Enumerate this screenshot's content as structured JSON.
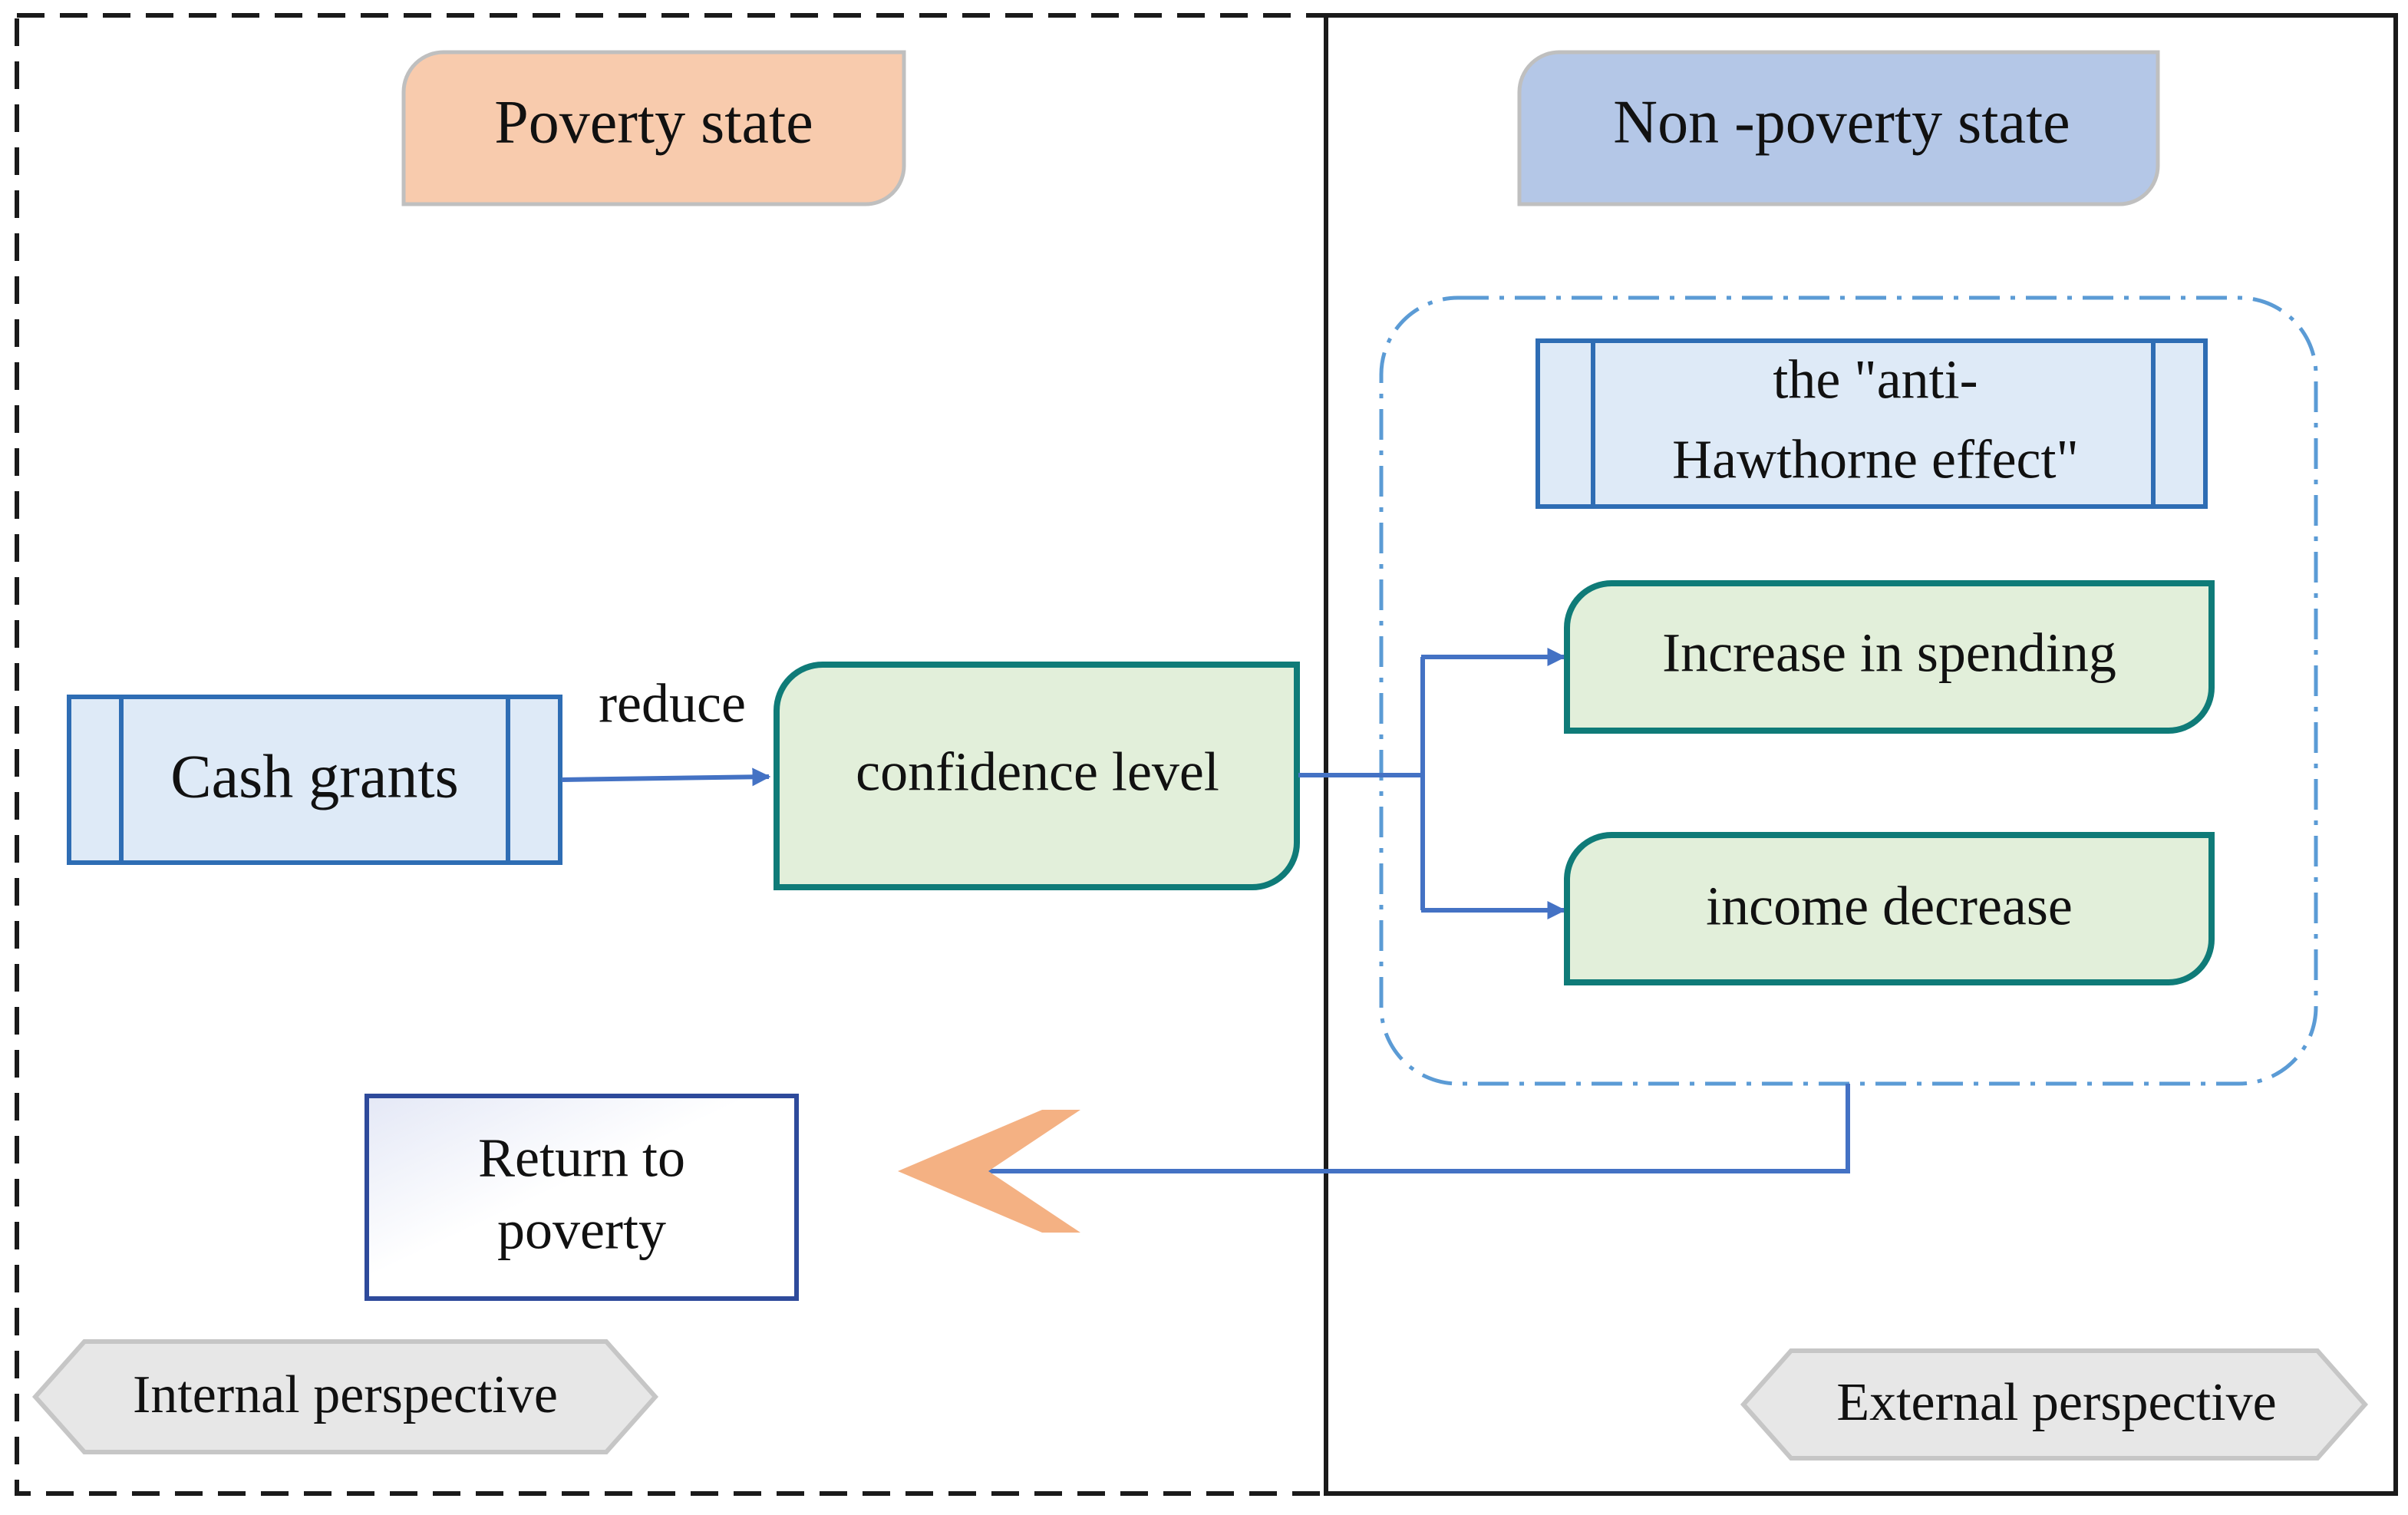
{
  "panels": {
    "left_header": "Poverty state",
    "right_header": "Non -poverty state",
    "left_footer": "Internal perspective",
    "right_footer": "External perspective"
  },
  "nodes": {
    "cash_grants": "Cash grants",
    "confidence_level": "confidence level",
    "anti_hawthorne_line1": "the \"anti-",
    "anti_hawthorne_line2": "Hawthorne effect\"",
    "increase_spending": "Increase in spending",
    "income_decrease": "income decrease",
    "return_line1": "Return to",
    "return_line2": "poverty"
  },
  "edges": {
    "reduce_label": "reduce"
  },
  "colors": {
    "poverty_header_fill": "#F8CBAD",
    "nonpoverty_header_fill": "#B4C7E7",
    "blue_process_fill": "#DEEAF7",
    "blue_stroke": "#2E6DB4",
    "green_fill": "#E2EFDA",
    "teal_stroke": "#0F7B78",
    "arrow_blue": "#4472C4",
    "orange_chevron": "#F4B183",
    "gray_tag_fill": "#E7E7E7",
    "gray_tag_stroke": "#C6C6C6",
    "group_dash_blue": "#5B9BD5"
  }
}
